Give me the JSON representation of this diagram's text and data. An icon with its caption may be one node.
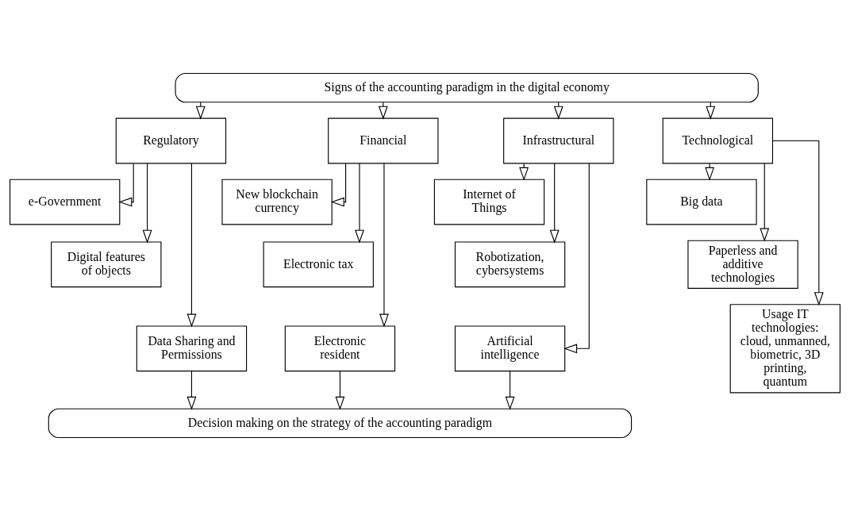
{
  "diagram": {
    "nodes": [
      {
        "text": [
          "Signs of the accounting paradigm in the digital economy"
        ]
      },
      {
        "text": [
          "Regulatory"
        ]
      },
      {
        "text": [
          "Financial"
        ]
      },
      {
        "text": [
          "Infrastructural"
        ]
      },
      {
        "text": [
          "Technological"
        ]
      },
      {
        "text": [
          "e-Government"
        ]
      },
      {
        "text": [
          "Digital features of objects"
        ]
      },
      {
        "text": [
          "Data Sharing and Permissions"
        ]
      },
      {
        "text": [
          "New blockchain currency"
        ]
      },
      {
        "text": [
          "Electronic tax"
        ]
      },
      {
        "text": [
          "Electronic resident"
        ]
      },
      {
        "text": [
          "Internet of Things"
        ]
      },
      {
        "text": [
          "Robotization, cybersystems"
        ]
      },
      {
        "text": [
          "Artificial intelligence"
        ]
      },
      {
        "text": [
          "Big data"
        ]
      },
      {
        "text": [
          "Paperless and additive technologies"
        ]
      },
      {
        "text": [
          "Usage IT technologies: cloud, unmanned, biometric, 3D printing, quantum"
        ]
      },
      {
        "text": [
          "Decision making on the strategy of the accounting paradigm"
        ]
      }
    ],
    "edges": [
      {
        "from": 0,
        "to": 1,
        "arrow": "to"
      },
      {
        "from": 0,
        "to": 2,
        "arrow": "to"
      },
      {
        "from": 0,
        "to": 3,
        "arrow": "to"
      },
      {
        "from": 0,
        "to": 4,
        "arrow": "to"
      },
      {
        "from": 1,
        "to": 5,
        "arrow": "to"
      },
      {
        "from": 1,
        "to": 6,
        "arrow": "to"
      },
      {
        "from": 1,
        "to": 7,
        "arrow": "to"
      },
      {
        "from": 2,
        "to": 8,
        "arrow": "to"
      },
      {
        "from": 2,
        "to": 9,
        "arrow": "to"
      },
      {
        "from": 2,
        "to": 10,
        "arrow": "to"
      },
      {
        "from": 3,
        "to": 11,
        "arrow": "to"
      },
      {
        "from": 3,
        "to": 12,
        "arrow": "to"
      },
      {
        "from": 3,
        "to": 13,
        "arrow": "to"
      },
      {
        "from": 4,
        "to": 14,
        "arrow": "to"
      },
      {
        "from": 4,
        "to": 15,
        "arrow": "to"
      },
      {
        "from": 4,
        "to": 16,
        "arrow": "to"
      },
      {
        "from": 7,
        "to": 17,
        "arrow": "to"
      },
      {
        "from": 10,
        "to": 17,
        "arrow": "to"
      },
      {
        "from": 13,
        "to": 17,
        "arrow": "to"
      }
    ]
  }
}
